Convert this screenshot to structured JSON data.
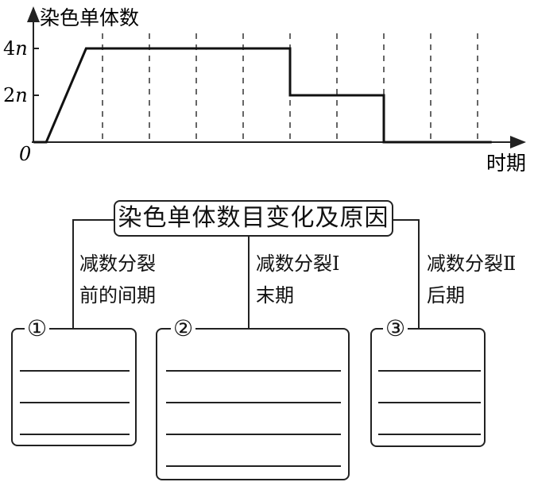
{
  "chart_data": {
    "type": "line",
    "ylabel": "染色单体数",
    "xlabel": "时期",
    "origin_label": "0",
    "yticks": [
      {
        "value": 4,
        "label": "4n"
      },
      {
        "value": 2,
        "label": "2n"
      }
    ],
    "xlim": [
      -0.47,
      10.5
    ],
    "ylim": [
      0,
      5.8
    ],
    "grid_x_dashed": [
      1,
      2,
      3,
      4,
      5,
      6,
      7,
      8,
      9
    ],
    "series": [
      {
        "name": "染色单体数",
        "points": [
          [
            -0.47,
            0
          ],
          [
            -0.2,
            0
          ],
          [
            0.65,
            4
          ],
          [
            5,
            4
          ],
          [
            5,
            2
          ],
          [
            7,
            2
          ],
          [
            7,
            0
          ],
          [
            9.3,
            0
          ]
        ]
      }
    ]
  },
  "diagram": {
    "title": "染色单体数目变化及原因",
    "branches": [
      {
        "label_line1": "减数分裂",
        "label_line2": "前的间期",
        "marker": "①",
        "blank_lines": 3
      },
      {
        "label_line1": "减数分裂Ⅰ",
        "label_line2": "末期",
        "marker": "②",
        "blank_lines": 4
      },
      {
        "label_line1": "减数分裂Ⅱ",
        "label_line2": "后期",
        "marker": "③",
        "blank_lines": 3
      }
    ]
  }
}
